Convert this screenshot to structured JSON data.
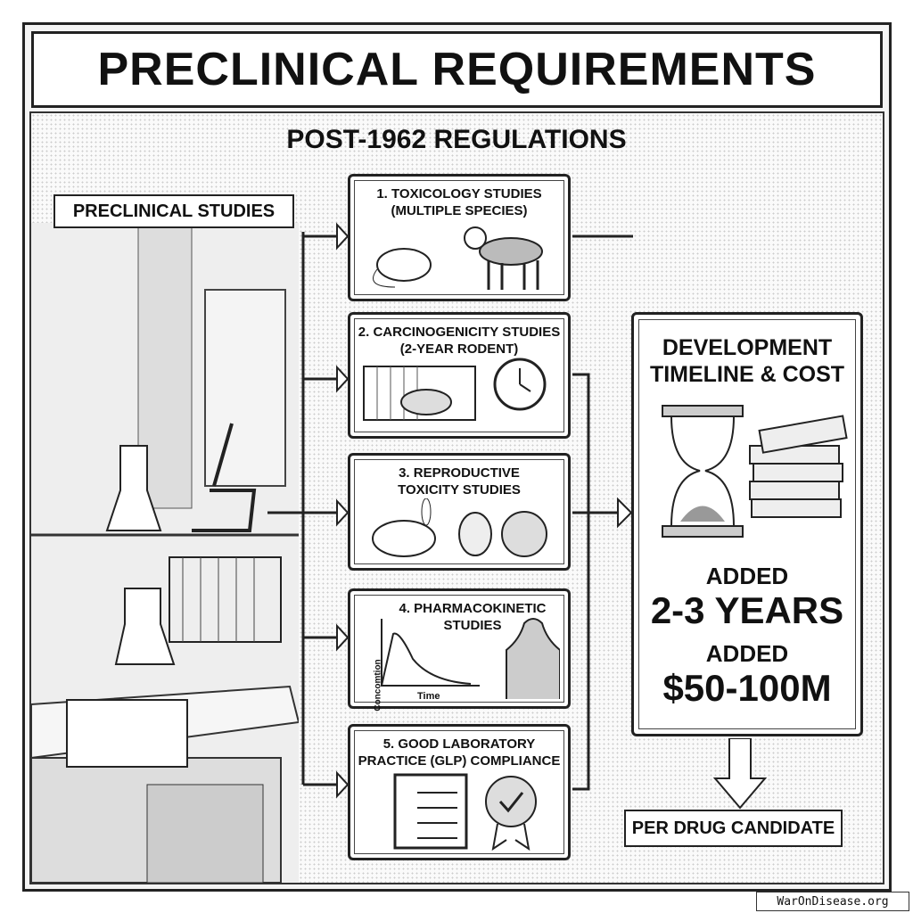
{
  "title": "PRECLINICAL REQUIREMENTS",
  "subtitle": "POST-1962 REGULATIONS",
  "left_ribbon": "PRECLINICAL STUDIES",
  "studies": [
    {
      "line1": "1. TOXICOLOGY STUDIES",
      "line2": "(MULTIPLE SPECIES)"
    },
    {
      "line1": "2. CARCINOGENICITY STUDIES",
      "line2": "(2-YEAR RODENT)"
    },
    {
      "line1": "3. REPRODUCTIVE",
      "line2": "TOXICITY STUDIES"
    },
    {
      "line1": "4. PHARMACOKINETIC",
      "line2": "STUDIES",
      "y_axis": "Concomtion",
      "x_axis": "Time"
    },
    {
      "line1": "5. GOOD LABORATORY",
      "line2": "PRACTICE (GLP) COMPLIANCE"
    }
  ],
  "panel": {
    "title1": "DEVELOPMENT",
    "title2": "TIMELINE & COST",
    "added_label1": "ADDED",
    "time_value": "2-3 YEARS",
    "added_label2": "ADDED",
    "cost_value": "$50-100M"
  },
  "bottom_ribbon": "PER DRUG CANDIDATE",
  "watermark": "WarOnDisease.org"
}
